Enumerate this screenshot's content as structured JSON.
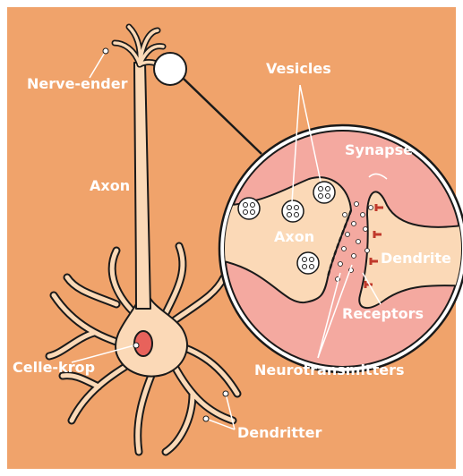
{
  "labels": {
    "nerve_ender": "Nerve-ender",
    "axon": "Axon",
    "vesicles": "Vesicles",
    "synapse": "Synapse",
    "axon_inset": "Axon",
    "dendrite": "Dendrite",
    "receptors": "Receptors",
    "celle_krop": "Celle-krop",
    "neurotransmitters": "Neurotransmitters",
    "dendritter": "Dendritter"
  },
  "colors": {
    "background": "#f0a36b",
    "cell_fill": "#fbd9b7",
    "outline": "#1a1a1a",
    "inset_fill": "#f4a9a0",
    "nucleus": "#e8625b",
    "label": "#ffffff"
  }
}
